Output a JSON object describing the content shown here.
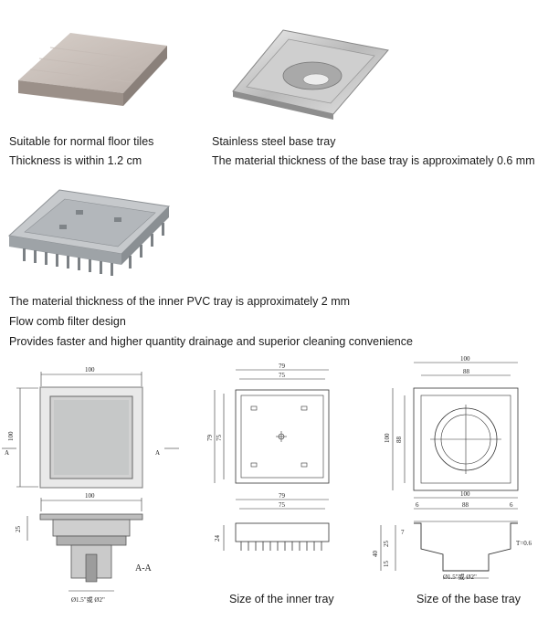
{
  "section1": {
    "tile": {
      "lines": [
        "Suitable for normal floor tiles",
        "Thickness is within 1.2 cm"
      ]
    },
    "steel": {
      "lines": [
        "Stainless steel base tray",
        "The material thickness of the base tray is approximately 0.6 mm"
      ]
    }
  },
  "section2": {
    "pvc": {
      "lines": [
        "The material thickness of the inner PVC tray is approximately 2 mm",
        "Flow comb filter design",
        "Provides faster and higher quantity drainage and superior cleaning convenience"
      ]
    }
  },
  "drawings": {
    "left": {
      "top_width": "100",
      "side_height": "100",
      "section_mark": "A",
      "section_width": "100",
      "section_height": "25",
      "section_title": "A-A",
      "pipe_label": "Ø1.5\"或 Ø2\""
    },
    "middle": {
      "outer_width": "79",
      "inner_width": "75",
      "outer_height": "79",
      "inner_height": "75",
      "section_outer": "79",
      "section_inner": "75",
      "section_height": "24",
      "caption": "Size of the inner tray"
    },
    "right": {
      "outer_width": "100",
      "inner_width": "88",
      "outer_height": "100",
      "inner_height": "88",
      "section_width": "100",
      "section_left": "6",
      "section_mid": "88",
      "section_right": "6",
      "h7": "7",
      "h25": "25",
      "h40": "40",
      "h15": "15",
      "thickness": "T=0.6",
      "pipe_label": "Ø1.5\"或 Ø2\"",
      "caption": "Size of the base tray"
    }
  }
}
